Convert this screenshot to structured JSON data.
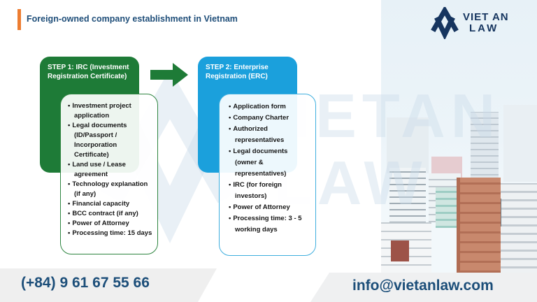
{
  "title": "Foreign-owned company establishment in Vietnam",
  "logo": {
    "name_line1": "VIET AN",
    "name_line2": "LAW"
  },
  "watermark": {
    "line1": "VIETAN",
    "line2": "LAW"
  },
  "steps": [
    {
      "header": "STEP 1: IRC (Investment Registration Certificate)",
      "items": [
        "Investment project application",
        "Legal documents (ID/Passport / Incorporation Certificate)",
        "Land use / Lease agreement",
        "Technology explanation (if any)",
        "Financial capacity",
        "BCC contract (if any)",
        "Power of Attorney",
        "Processing time: 15 days"
      ]
    },
    {
      "header": "STEP 2: Enterprise Registration (ERC)",
      "items": [
        "Application form",
        "Company Charter",
        "Authorized representatives",
        "Legal documents (owner & representatives)",
        "IRC (for foreign investors)",
        "Power of Attorney",
        "Processing time: 3 - 5 working days"
      ]
    }
  ],
  "footer": {
    "phone": "(+84) 9 61 67 55 66",
    "email": "info@vietanlaw.com"
  },
  "colors": {
    "step1_green": "#1e7b37",
    "step2_blue": "#1ba0dc",
    "accent_orange": "#ed7d31",
    "title_navy": "#1f4e79",
    "footer_navy": "#1c4e79",
    "logo_navy": "#16355f"
  }
}
